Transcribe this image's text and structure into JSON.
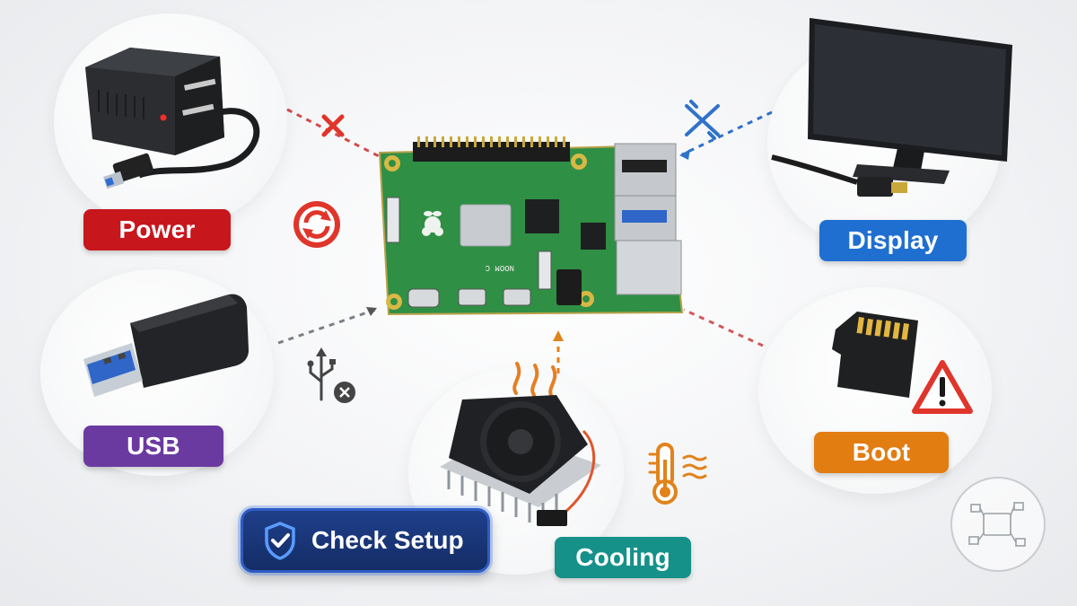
{
  "labels": {
    "power": "Power",
    "display": "Display",
    "usb": "USB",
    "boot": "Boot",
    "cooling": "Cooling"
  },
  "check_setup": {
    "label": "Check Setup"
  },
  "board_text": "NOOM C",
  "colors": {
    "power": "#c8161d",
    "display": "#1f6fd0",
    "usb": "#6b3aa0",
    "boot": "#e27d12",
    "cooling": "#15918a",
    "check_setup": "#17306e",
    "board": "#2e8b3e"
  },
  "status_icons": {
    "power": "refresh-error-icon",
    "display": "disconnected-plug-icon",
    "usb": "usb-error-icon",
    "boot": "warning-triangle-icon",
    "cooling": "thermometer-heat-icon",
    "connection_power": "x-mark-icon"
  }
}
